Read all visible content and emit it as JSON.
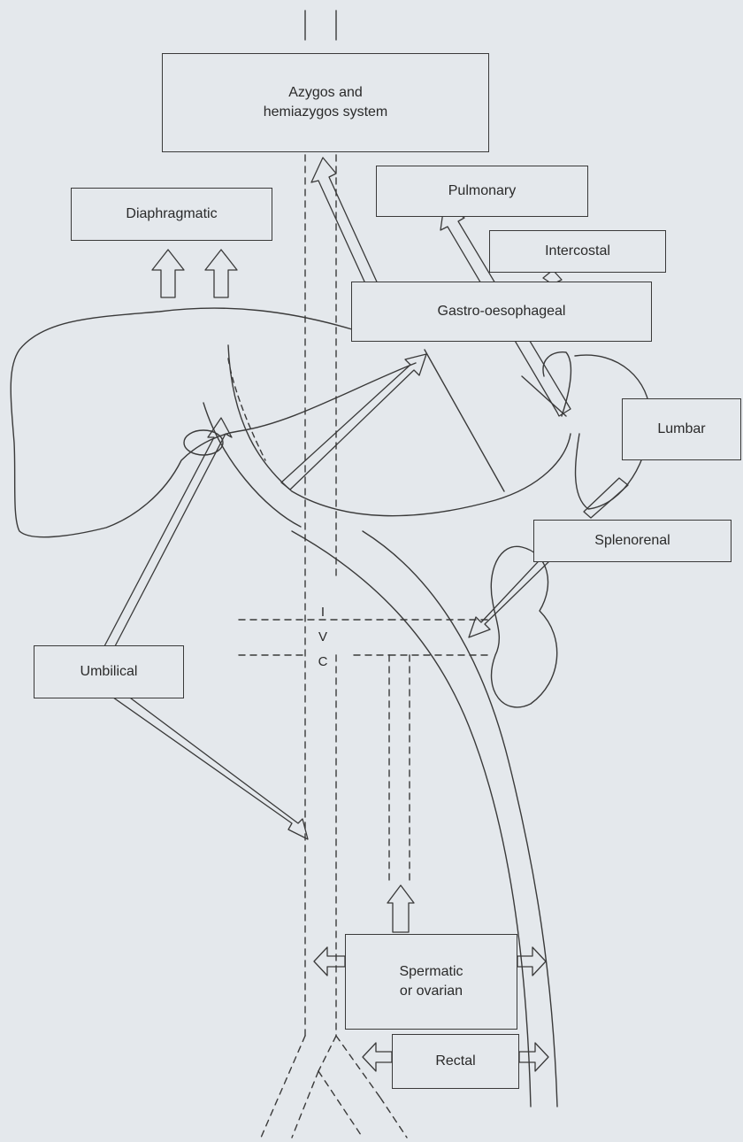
{
  "boxes": {
    "azygos": "Azygos and\nhemiazygos system",
    "pulmonary": "Pulmonary",
    "diaphragmatic": "Diaphragmatic",
    "intercostal": "Intercostal",
    "gastro_oesophageal": "Gastro-oesophageal",
    "lumbar": "Lumbar",
    "splenorenal": "Splenorenal",
    "umbilical": "Umbilical",
    "spermatic_ovarian": "Spermatic\nor ovarian",
    "rectal": "Rectal"
  },
  "ivc_letters": [
    "I",
    "V",
    "C"
  ],
  "colors": {
    "background": "#e4e8ec",
    "line": "#3a3a3a"
  }
}
